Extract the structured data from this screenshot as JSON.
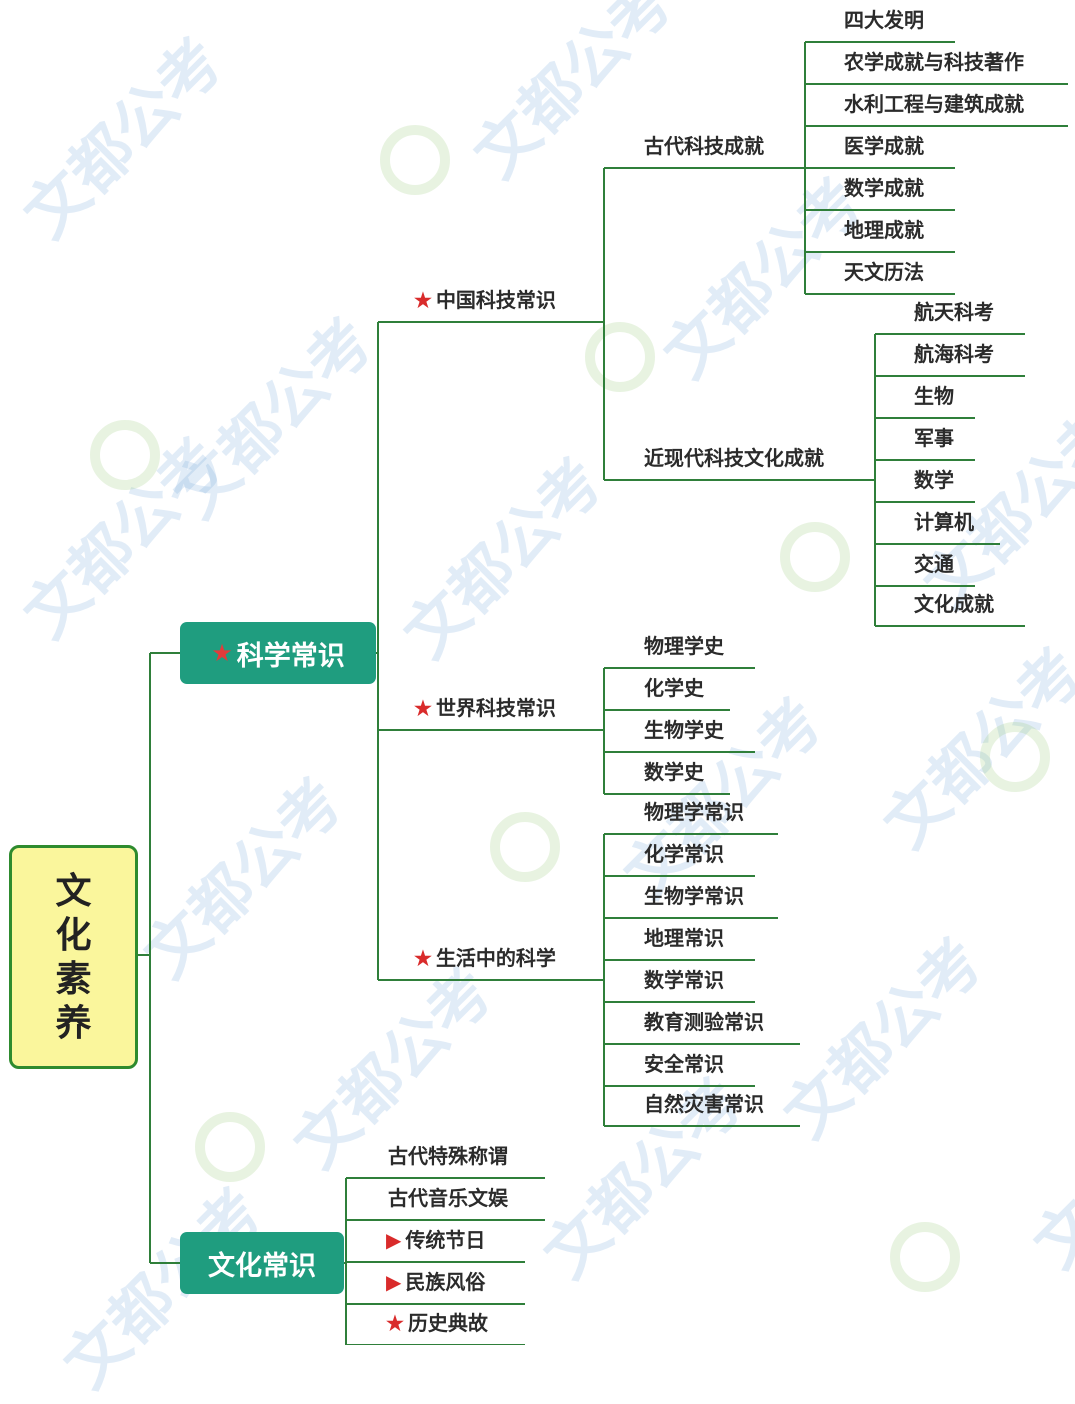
{
  "root": {
    "label": "文化素养"
  },
  "branches": [
    {
      "label": "科学常识",
      "marker": "star",
      "children": [
        {
          "label": "中国科技常识",
          "marker": "star",
          "children": [
            {
              "label": "古代科技成就",
              "children": [
                "四大发明",
                "农学成就与科技著作",
                "水利工程与建筑成就",
                "医学成就",
                "数学成就",
                "地理成就",
                "天文历法"
              ]
            },
            {
              "label": "近现代科技文化成就",
              "children": [
                "航天科考",
                "航海科考",
                "生物",
                "军事",
                "数学",
                "计算机",
                "交通",
                "文化成就"
              ]
            }
          ]
        },
        {
          "label": "世界科技常识",
          "marker": "star",
          "children": [
            "物理学史",
            "化学史",
            "生物学史",
            "数学史"
          ]
        },
        {
          "label": "生活中的科学",
          "marker": "star",
          "children": [
            "物理学常识",
            "化学常识",
            "生物学常识",
            "地理常识",
            "数学常识",
            "教育测验常识",
            "安全常识",
            "自然灾害常识"
          ]
        }
      ]
    },
    {
      "label": "文化常识",
      "children": [
        {
          "label": "古代特殊称谓"
        },
        {
          "label": "古代音乐文娱"
        },
        {
          "label": "传统节日",
          "marker": "flag"
        },
        {
          "label": "民族风俗",
          "marker": "flag"
        },
        {
          "label": "历史典故",
          "marker": "star"
        }
      ]
    }
  ],
  "watermark": {
    "text": "文都公考"
  },
  "colors": {
    "line": "#2f7f3a",
    "branch_fill": "#1f9d7f",
    "root_fill": "#faf69c",
    "root_border": "#2e8b2e",
    "marker": "#d92b2b"
  }
}
